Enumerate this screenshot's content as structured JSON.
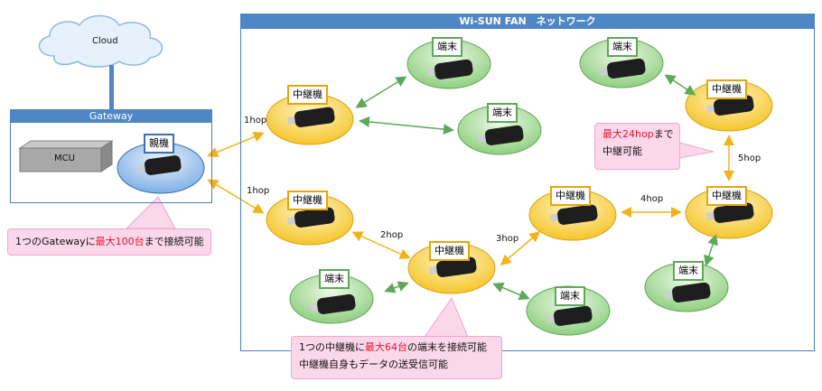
{
  "network": {
    "title": "Wi-SUN FAN　ネットワーク"
  },
  "gateway": {
    "title": "Gateway",
    "mcu_label": "MCU",
    "parent_label": "親機"
  },
  "cloud": {
    "label": "Cloud"
  },
  "nodes": {
    "relay_label": "中継機",
    "terminal_label": "端末"
  },
  "hops": {
    "h1a": "1hop",
    "h1b": "1hop",
    "h2": "2hop",
    "h3": "3hop",
    "h4": "4hop",
    "h5": "5hop"
  },
  "notes": {
    "gateway": {
      "pre": "1つのGatewayに",
      "highlight": "最大100台",
      "post": "まで接続可能"
    },
    "relay_hop": {
      "highlight": "最大24hop",
      "post": "まで",
      "line2": "中継可能"
    },
    "relay_terminal": {
      "pre": "1つの中継機に",
      "highlight": "最大64台",
      "post": "の端末を接続可能",
      "line2": "中継機自身もデータの送受信可能"
    }
  },
  "colors": {
    "frame_blue": "#4f86c6",
    "relay_fill": "#ffd84d",
    "terminal_fill": "#8fcf7f",
    "parent_fill": "#7fb0e6",
    "note_pink": "#fbd7ea",
    "highlight_red": "#e8142e"
  }
}
